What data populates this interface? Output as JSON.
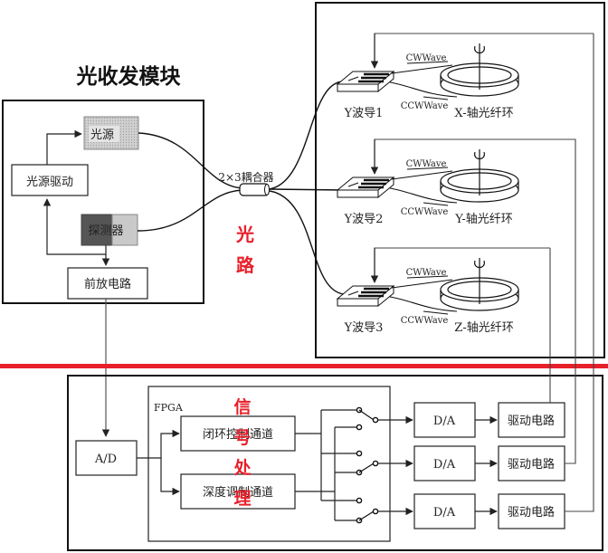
{
  "module_title": "光收发模块",
  "transceiver": {
    "light_source": "光源",
    "light_source_driver": "光源驱动",
    "detector": "探测器",
    "preamp": "前放电路"
  },
  "coupler": "2×3耦合器",
  "optical_path_label": [
    "光",
    "路"
  ],
  "signal_processing_label": [
    "信",
    "号",
    "处",
    "理"
  ],
  "gyros": [
    {
      "waveguide": "Y波导1",
      "cw": "CWWave",
      "ccw": "CCWWave",
      "coil": "X-轴光纤环"
    },
    {
      "waveguide": "Y波导2",
      "cw": "CWWave",
      "ccw": "CCWWave",
      "coil": "Y-轴光纤环"
    },
    {
      "waveguide": "Y波导3",
      "cw": "CWWave",
      "ccw": "CCWWave",
      "coil": "Z-轴光纤环"
    }
  ],
  "signal": {
    "adc": "A/D",
    "fpga": "FPGA",
    "closed_loop": "闭环控制通道",
    "depth_mod": "深度调制通道",
    "dac": [
      "D/A",
      "D/A",
      "D/A"
    ],
    "driver": [
      "驱动电路",
      "驱动电路",
      "驱动电路"
    ]
  },
  "colors": {
    "divider": "#e8202a",
    "annotation": "#e8202a",
    "line": "#222222"
  }
}
